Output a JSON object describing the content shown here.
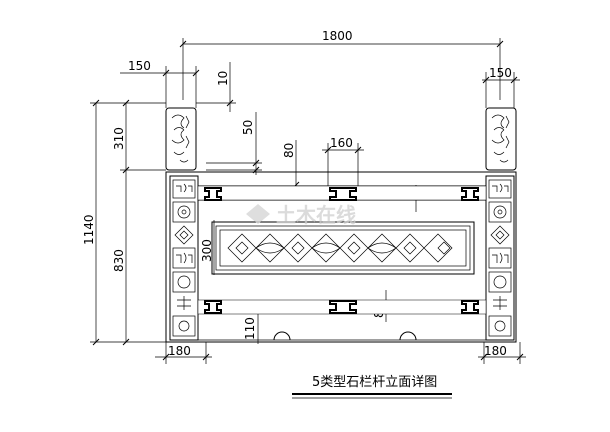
{
  "title": "5类型石栏杆立面详图",
  "watermark": "土木在线",
  "dimensions": {
    "total_width": "1800",
    "post_width_left": "150",
    "post_width_right": "150",
    "post_offset": "10",
    "cap_gap": "50",
    "overall_height": "1140",
    "post_top_height": "310",
    "body_height": "830",
    "rail_thickness_top": "80",
    "bracket_width": "160",
    "rail_gap_right": "80",
    "panel_height": "300",
    "rail_thickness_bottom": "80",
    "base_gap": "110",
    "base_post_left": "180",
    "base_post_right": "180"
  },
  "colors": {
    "line": "#000000",
    "watermark": "#cfcfcf"
  }
}
